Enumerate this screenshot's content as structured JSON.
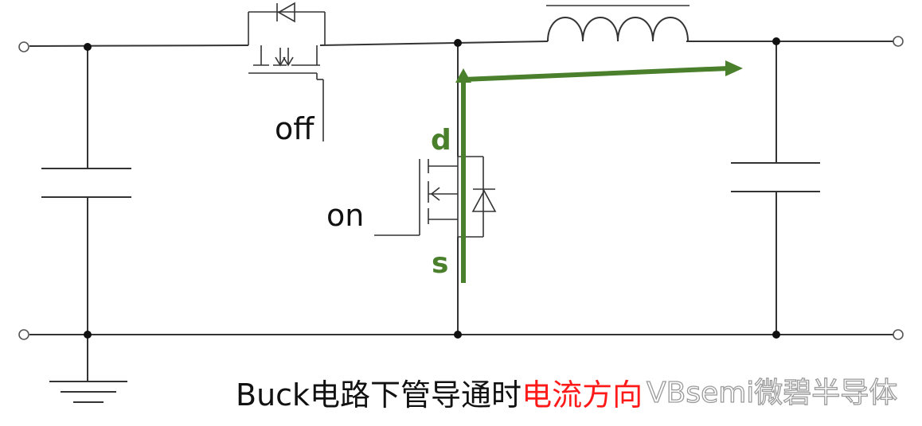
{
  "labels": {
    "high_side_gate": "off",
    "low_side_gate": "on",
    "drain": "d",
    "source": "s"
  },
  "caption": {
    "prefix": "Buck电路下管导通时",
    "highlight": "电流方向"
  },
  "watermark": "VBsemi微碧半导体",
  "colors": {
    "wire": "#333333",
    "current_flow": "#4a7f2c",
    "caption_highlight": "#ff1a1a",
    "caption_text": "#111111",
    "watermark": "#9a9a9a"
  }
}
